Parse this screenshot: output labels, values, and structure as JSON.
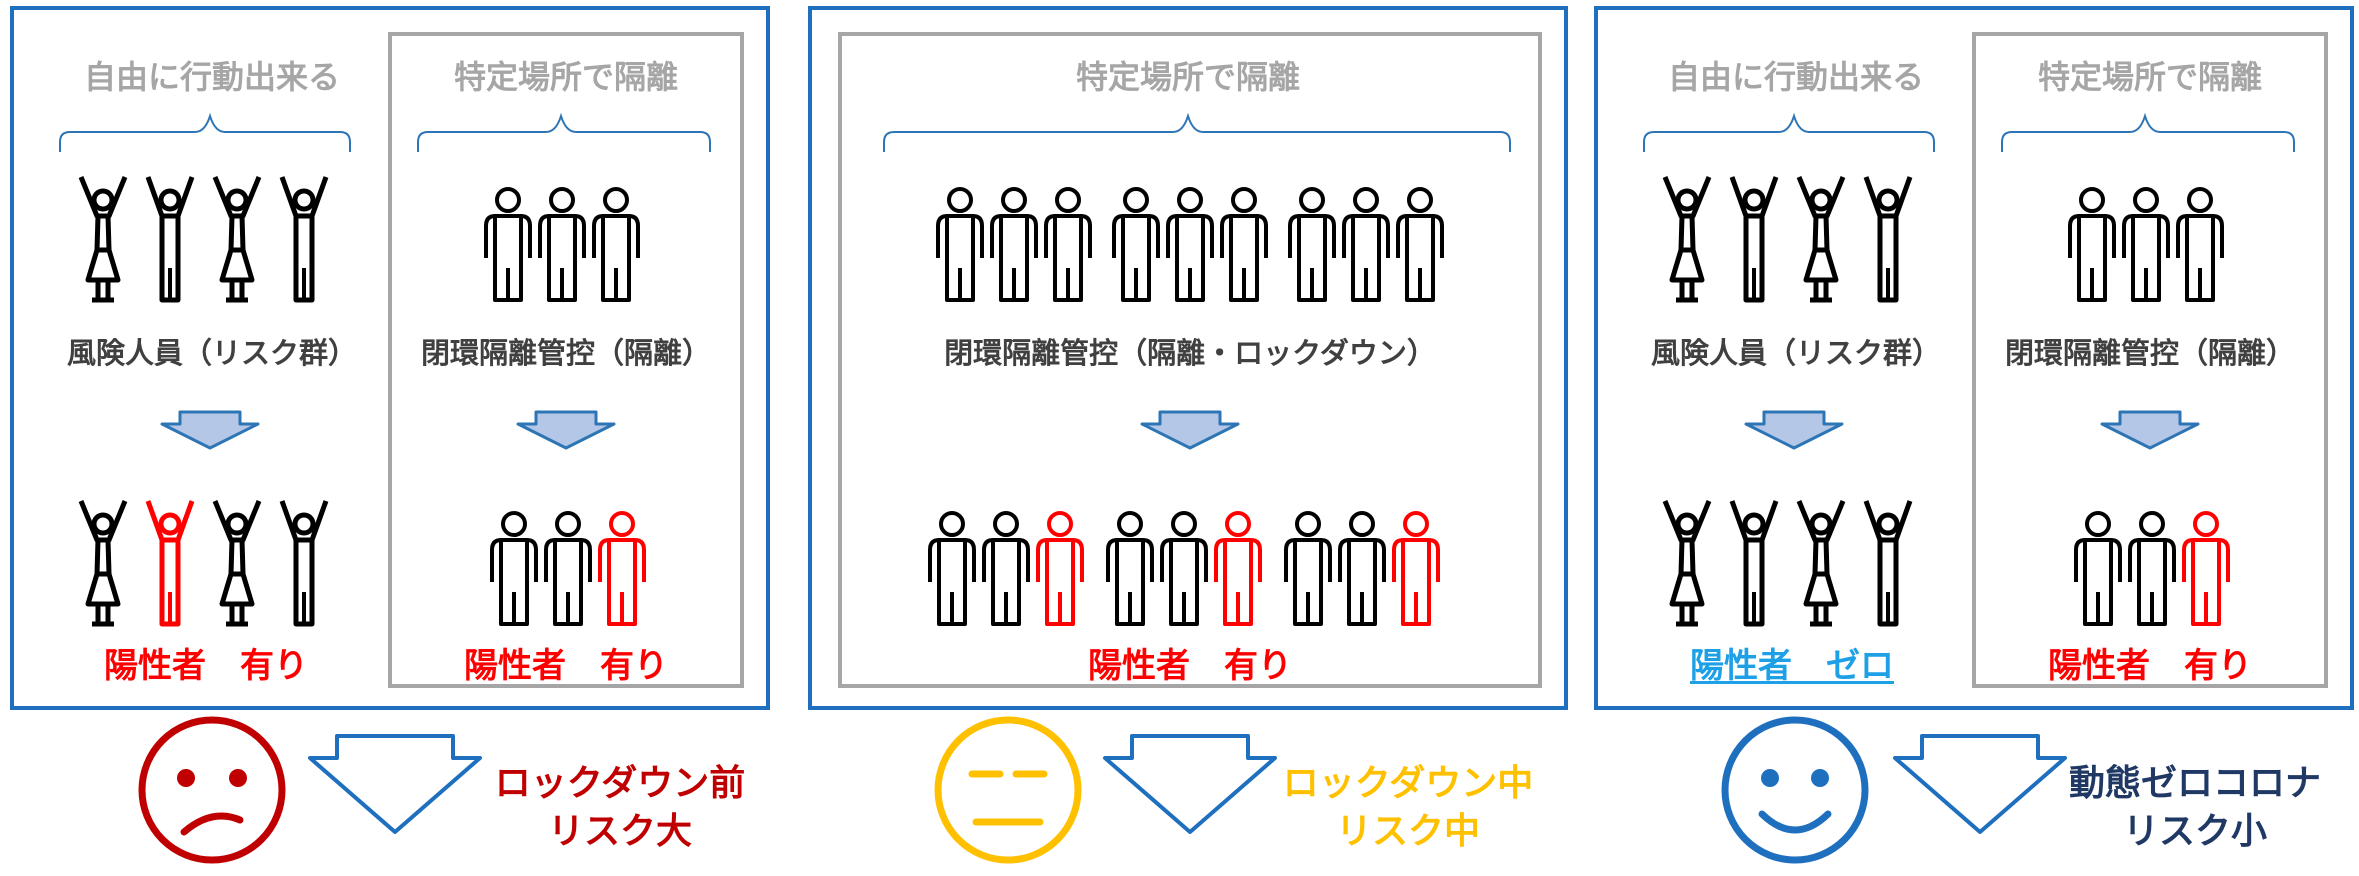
{
  "panels": [
    {
      "sections": [
        {
          "heading": "自由に行動出来る",
          "group_label": "風険人員（リスク群）",
          "result": "陽性者　有り"
        },
        {
          "heading": "特定場所で隔離",
          "group_label": "閉環隔離管控（隔離）",
          "result": "陽性者　有り"
        }
      ],
      "caption_line1": "ロックダウン前",
      "caption_line2": "リスク大",
      "caption_color": "#c00000",
      "face": "sad-face-icon"
    },
    {
      "sections": [
        {
          "heading": "特定場所で隔離",
          "group_label": "閉環隔離管控（隔離・ロックダウン）",
          "result": "陽性者　有り"
        }
      ],
      "caption_line1": "ロックダウン中",
      "caption_line2": "リスク中",
      "caption_color": "#ffc000",
      "face": "neutral-face-icon"
    },
    {
      "sections": [
        {
          "heading": "自由に行動出来る",
          "group_label": "風険人員（リスク群）",
          "result": "陽性者　ゼロ"
        },
        {
          "heading": "特定場所で隔離",
          "group_label": "閉環隔離管控（隔離）",
          "result": "陽性者　有り"
        }
      ],
      "caption_line1": "動態ゼロコロナ",
      "caption_line2": "リスク小",
      "caption_color": "#1f3864",
      "face": "happy-face-icon"
    }
  ],
  "colors": {
    "panel_border": "#1f6fbf",
    "section_border": "#a6a6a6",
    "arrow_fill": "#b4c7e7",
    "arrow_stroke": "#2e75b6",
    "positive_red": "#ff0000",
    "icon_black": "#000000"
  },
  "icons": [
    "woman-arms-up-icon",
    "man-arms-up-icon",
    "standing-person-icon"
  ]
}
